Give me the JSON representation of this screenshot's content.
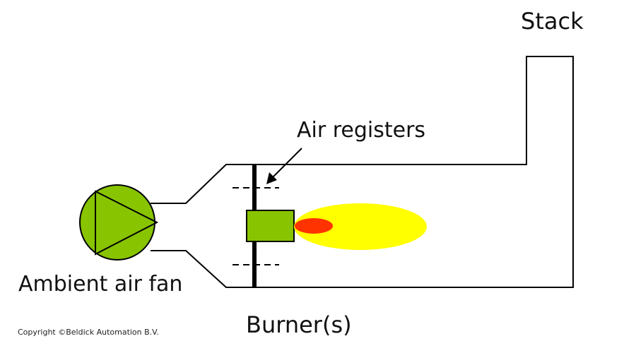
{
  "labels": {
    "stack": "Stack",
    "air_registers": "Air registers",
    "fan": "Ambient air fan",
    "burner": "Burner(s)",
    "copyright": "Copyright ©Beldick Automation B.V."
  },
  "icons": {
    "fan": "fan-pump-icon",
    "arrow": "arrow-icon",
    "burner": "burner-block",
    "flame": "flame"
  },
  "colors": {
    "line": "#000000",
    "fan_fill": "#88c400",
    "burner_fill": "#88c400",
    "flame_outer": "#ffff00",
    "flame_core": "#ff3300"
  }
}
